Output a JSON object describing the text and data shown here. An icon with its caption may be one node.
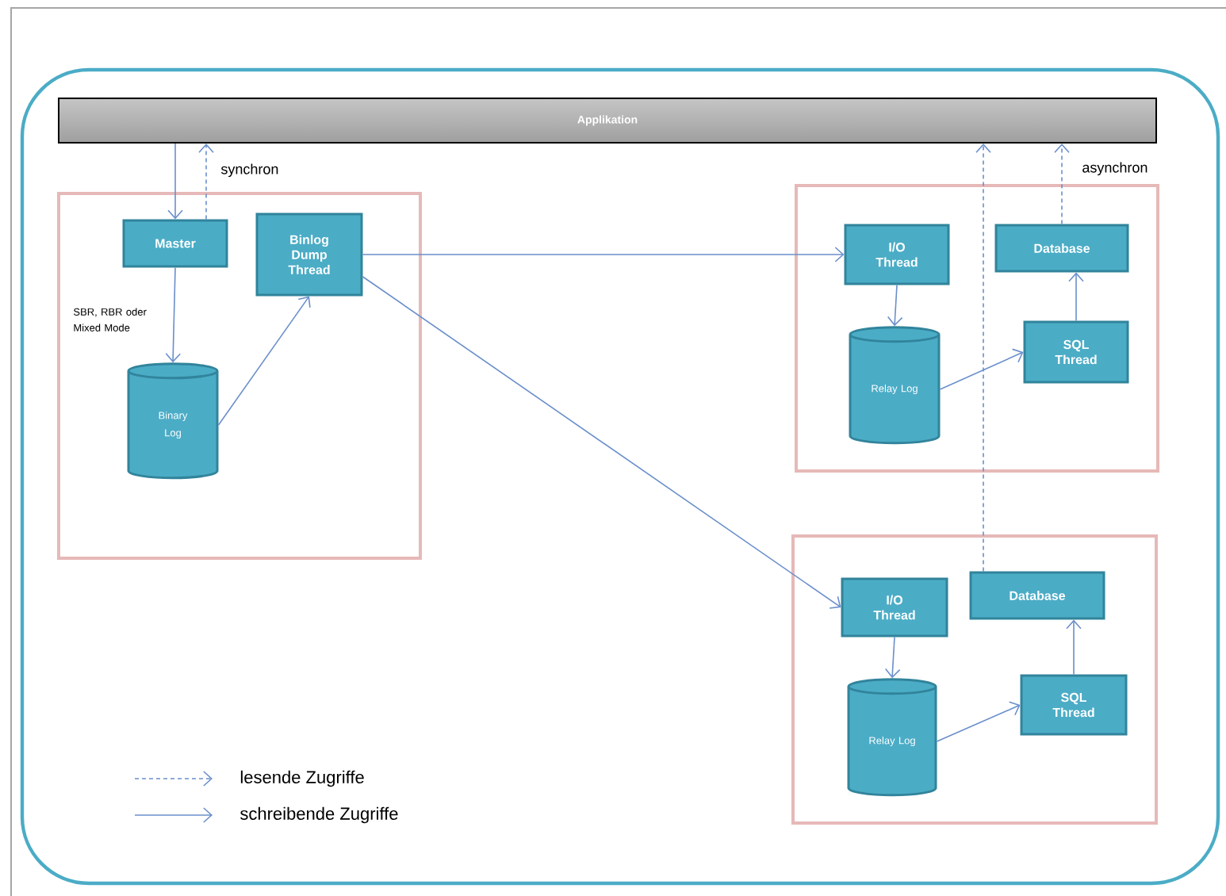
{
  "diagram": {
    "nodes": [
      {
        "text": [
          "Applikation"
        ]
      },
      {
        "text": [],
        "shape": "box"
      },
      {
        "text": [
          "Master"
        ],
        "in": 1
      },
      {
        "text": [
          "Binlog Dump Thread"
        ],
        "in": 1
      },
      {
        "text": [
          "Binary Log"
        ],
        "in": 1
      },
      {
        "text": [],
        "shape": "box"
      },
      {
        "text": [
          "I/O Thread"
        ],
        "in": 5
      },
      {
        "text": [
          "Database"
        ],
        "in": 5
      },
      {
        "text": [
          "Relay Log"
        ],
        "in": 5
      },
      {
        "text": [
          "SQL Thread"
        ],
        "in": 5
      },
      {
        "text": [],
        "shape": "box"
      },
      {
        "text": [
          "I/O Thread"
        ],
        "in": 10
      },
      {
        "text": [
          "Database"
        ],
        "in": 10
      },
      {
        "text": [
          "Relay Log"
        ],
        "in": 10
      },
      {
        "text": [
          "SQL Thread"
        ],
        "in": 10
      }
    ],
    "edges": [
      {
        "from": 0,
        "to": 2,
        "arrow": "to"
      },
      {
        "from": 2,
        "to": 0,
        "arrow": "to",
        "style": "dashed",
        "label": "synchron"
      },
      {
        "from": 2,
        "to": 4,
        "arrow": "to",
        "label": "SBR, RBR oder Mixed Mode"
      },
      {
        "from": 4,
        "to": 3,
        "arrow": "to"
      },
      {
        "from": 3,
        "to": 6,
        "arrow": "to"
      },
      {
        "from": 3,
        "to": 11,
        "arrow": "to"
      },
      {
        "from": 6,
        "to": 8,
        "arrow": "to"
      },
      {
        "from": 8,
        "to": 9,
        "arrow": "to"
      },
      {
        "from": 9,
        "to": 7,
        "arrow": "to"
      },
      {
        "from": 7,
        "to": 0,
        "arrow": "to",
        "style": "dashed",
        "label": "asynchron"
      },
      {
        "from": 11,
        "to": 13,
        "arrow": "to"
      },
      {
        "from": 13,
        "to": 14,
        "arrow": "to"
      },
      {
        "from": 14,
        "to": 12,
        "arrow": "to"
      },
      {
        "from": 12,
        "to": 0,
        "arrow": "to",
        "style": "dashed"
      }
    ],
    "legend": [
      {
        "text": "lesende Zugriffe"
      },
      {
        "text": "schreibende Zugriffe"
      }
    ]
  }
}
